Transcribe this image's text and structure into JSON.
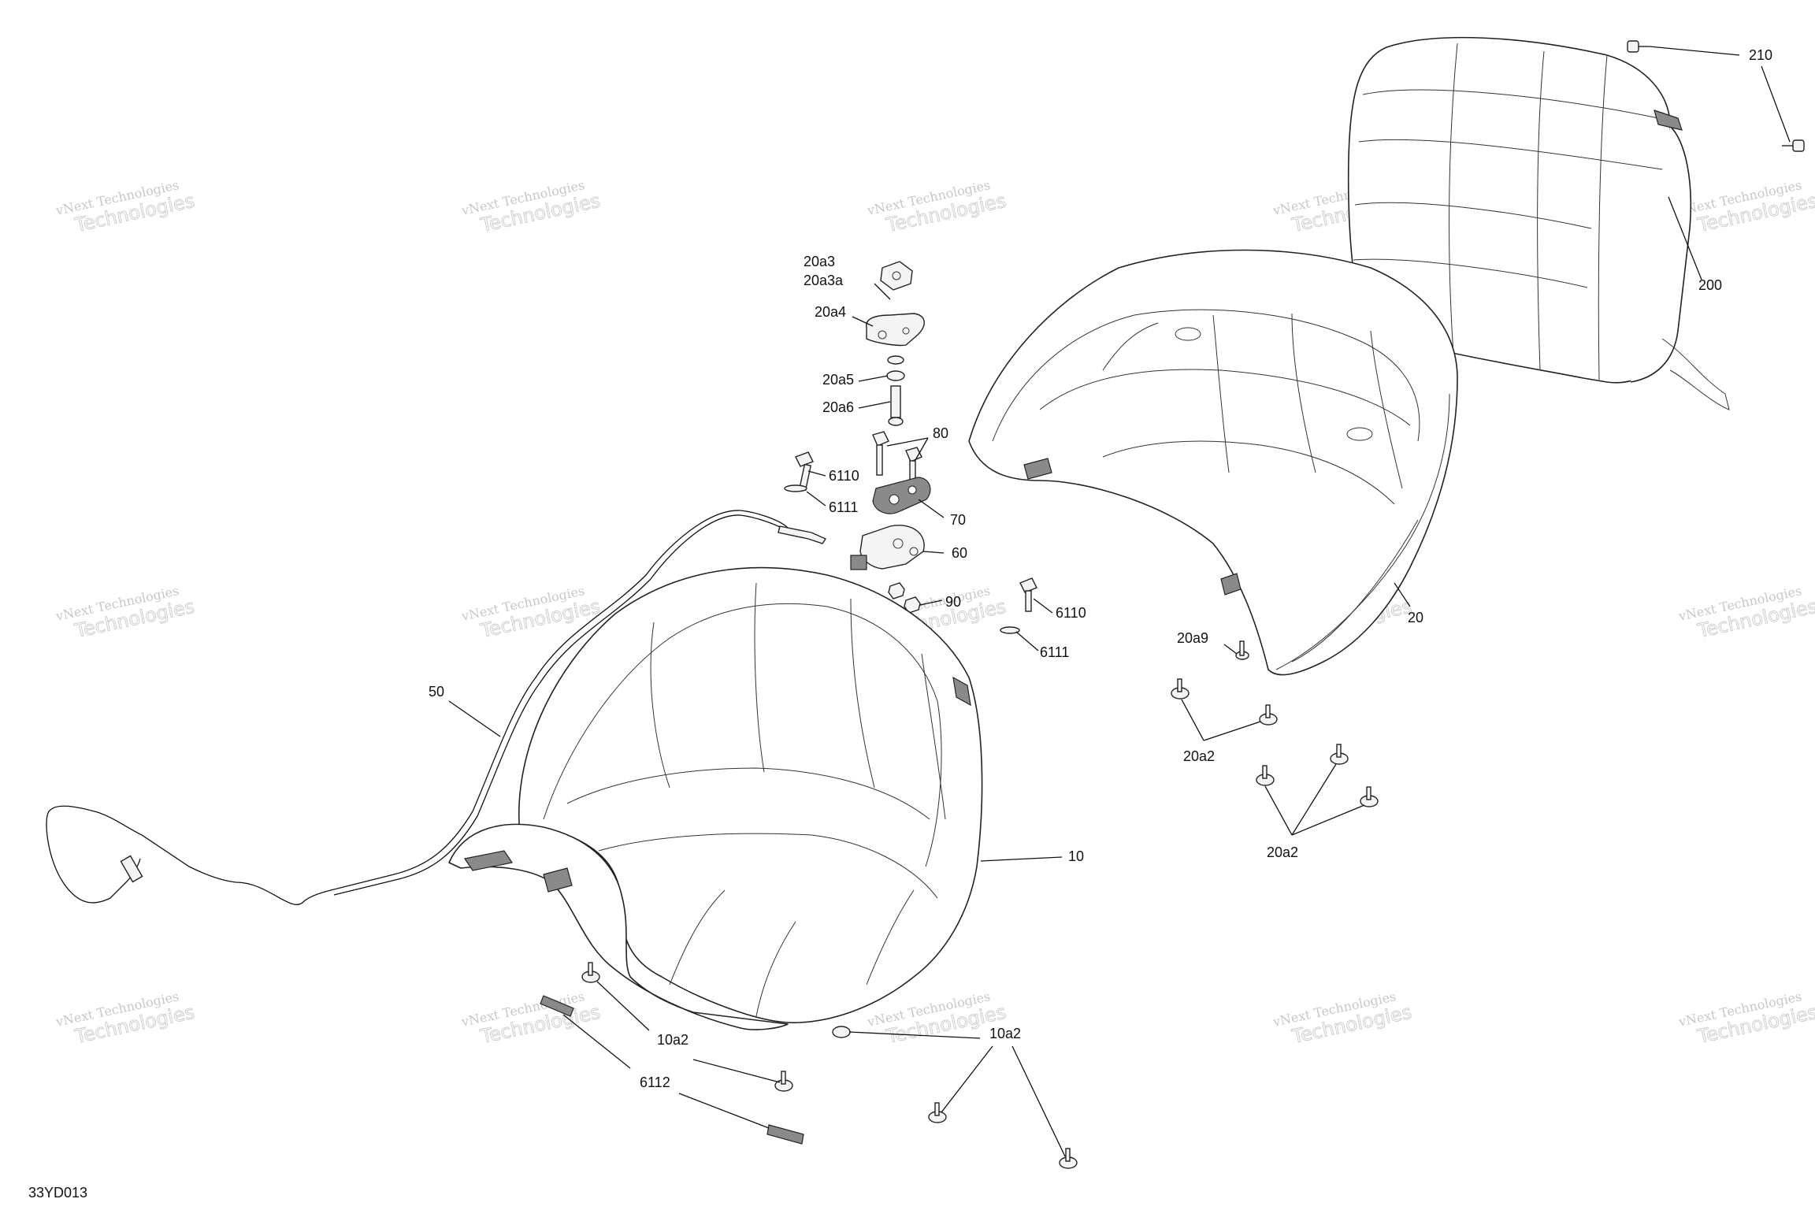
{
  "diagram": {
    "code": "33YD013",
    "watermark": {
      "line1": "vNext Technologies",
      "line2": "Technologies"
    },
    "labels": [
      {
        "id": "210",
        "text": "210"
      },
      {
        "id": "200",
        "text": "200"
      },
      {
        "id": "20a3",
        "text": "20a3"
      },
      {
        "id": "20a3a",
        "text": "20a3a"
      },
      {
        "id": "20a4",
        "text": "20a4"
      },
      {
        "id": "20a5",
        "text": "20a5"
      },
      {
        "id": "20a6",
        "text": "20a6"
      },
      {
        "id": "80",
        "text": "80"
      },
      {
        "id": "6110a",
        "text": "6110"
      },
      {
        "id": "6111a",
        "text": "6111"
      },
      {
        "id": "70",
        "text": "70"
      },
      {
        "id": "60",
        "text": "60"
      },
      {
        "id": "90",
        "text": "90"
      },
      {
        "id": "6110b",
        "text": "6110"
      },
      {
        "id": "6111b",
        "text": "6111"
      },
      {
        "id": "20",
        "text": "20"
      },
      {
        "id": "20a9",
        "text": "20a9"
      },
      {
        "id": "20a2a",
        "text": "20a2"
      },
      {
        "id": "20a2b",
        "text": "20a2"
      },
      {
        "id": "50",
        "text": "50"
      },
      {
        "id": "10",
        "text": "10"
      },
      {
        "id": "10a2a",
        "text": "10a2"
      },
      {
        "id": "10a2b",
        "text": "10a2"
      },
      {
        "id": "6112",
        "text": "6112"
      }
    ]
  }
}
